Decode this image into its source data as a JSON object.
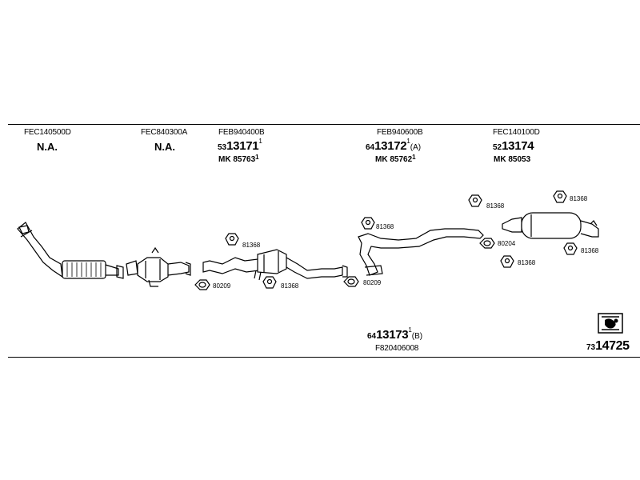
{
  "columns": [
    {
      "code": "FEC140500D",
      "status": "N.A."
    },
    {
      "code": "FEC840300A",
      "status": "N.A."
    },
    {
      "code": "FEB940400B",
      "num_prefix": "53",
      "num_main": "13171",
      "num_sup": "1",
      "num_suffix": "",
      "mk": "MK  85763",
      "mk_sup": "1"
    },
    {
      "code": "FEB940600B",
      "num_prefix": "64",
      "num_main": "13172",
      "num_sup": "1",
      "num_suffix": "(A)",
      "mk": "MK  85762",
      "mk_sup": "1"
    },
    {
      "code": "FEC140100D",
      "num_prefix": "52",
      "num_main": "13174",
      "num_sup": "",
      "num_suffix": "",
      "mk": "MK  85053",
      "mk_sup": ""
    }
  ],
  "lower": {
    "num_prefix": "64",
    "num_main": "13173",
    "num_sup": "1",
    "num_suffix": "(B)",
    "code": "F820406008"
  },
  "part_labels": {
    "h1": "81368",
    "g1": "80209",
    "h2": "81368",
    "g2": "80209",
    "h3": "81368",
    "h4": "81368",
    "g3": "80204",
    "h5": "81368",
    "h6": "81368",
    "h7": "81368"
  },
  "reference": {
    "prefix": "73",
    "main": "14725"
  }
}
